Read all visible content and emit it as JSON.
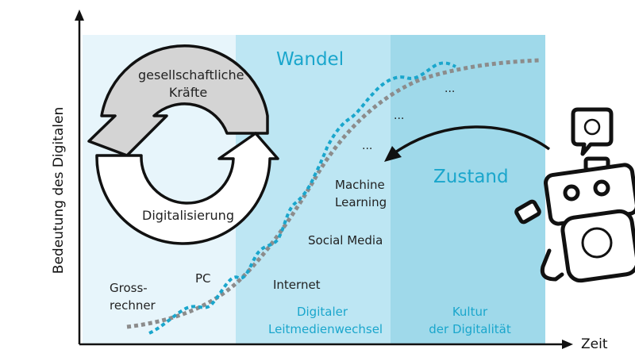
{
  "axes": {
    "y_label": "Bedeutung des Digitalen",
    "x_label": "Zeit"
  },
  "phases": [
    {
      "label": "",
      "color": "#e7f5fb"
    },
    {
      "label": "Digitaler\nLeitmedienwechsel",
      "color": "#bde6f3"
    },
    {
      "label": "Kultur\nder Digitalität",
      "color": "#9fd9ea"
    }
  ],
  "titles": {
    "wandel": "Wandel",
    "zustand": "Zustand"
  },
  "cycle": {
    "top_label": "gesellschaftliche\nKräfte",
    "bottom_label": "Digitalisierung",
    "top_fill": "#d4d4d4",
    "bottom_fill": "#ffffff"
  },
  "milestones": [
    {
      "label": "Gross-\nrechner"
    },
    {
      "label": "PC"
    },
    {
      "label": "Internet"
    },
    {
      "label": "Social Media"
    },
    {
      "label": "Machine\nLearning"
    },
    {
      "label": "..."
    },
    {
      "label": "..."
    },
    {
      "label": "..."
    }
  ],
  "colors": {
    "accent": "#1aa6cc",
    "trend": "#8c8c8c",
    "stroke": "#111111"
  }
}
